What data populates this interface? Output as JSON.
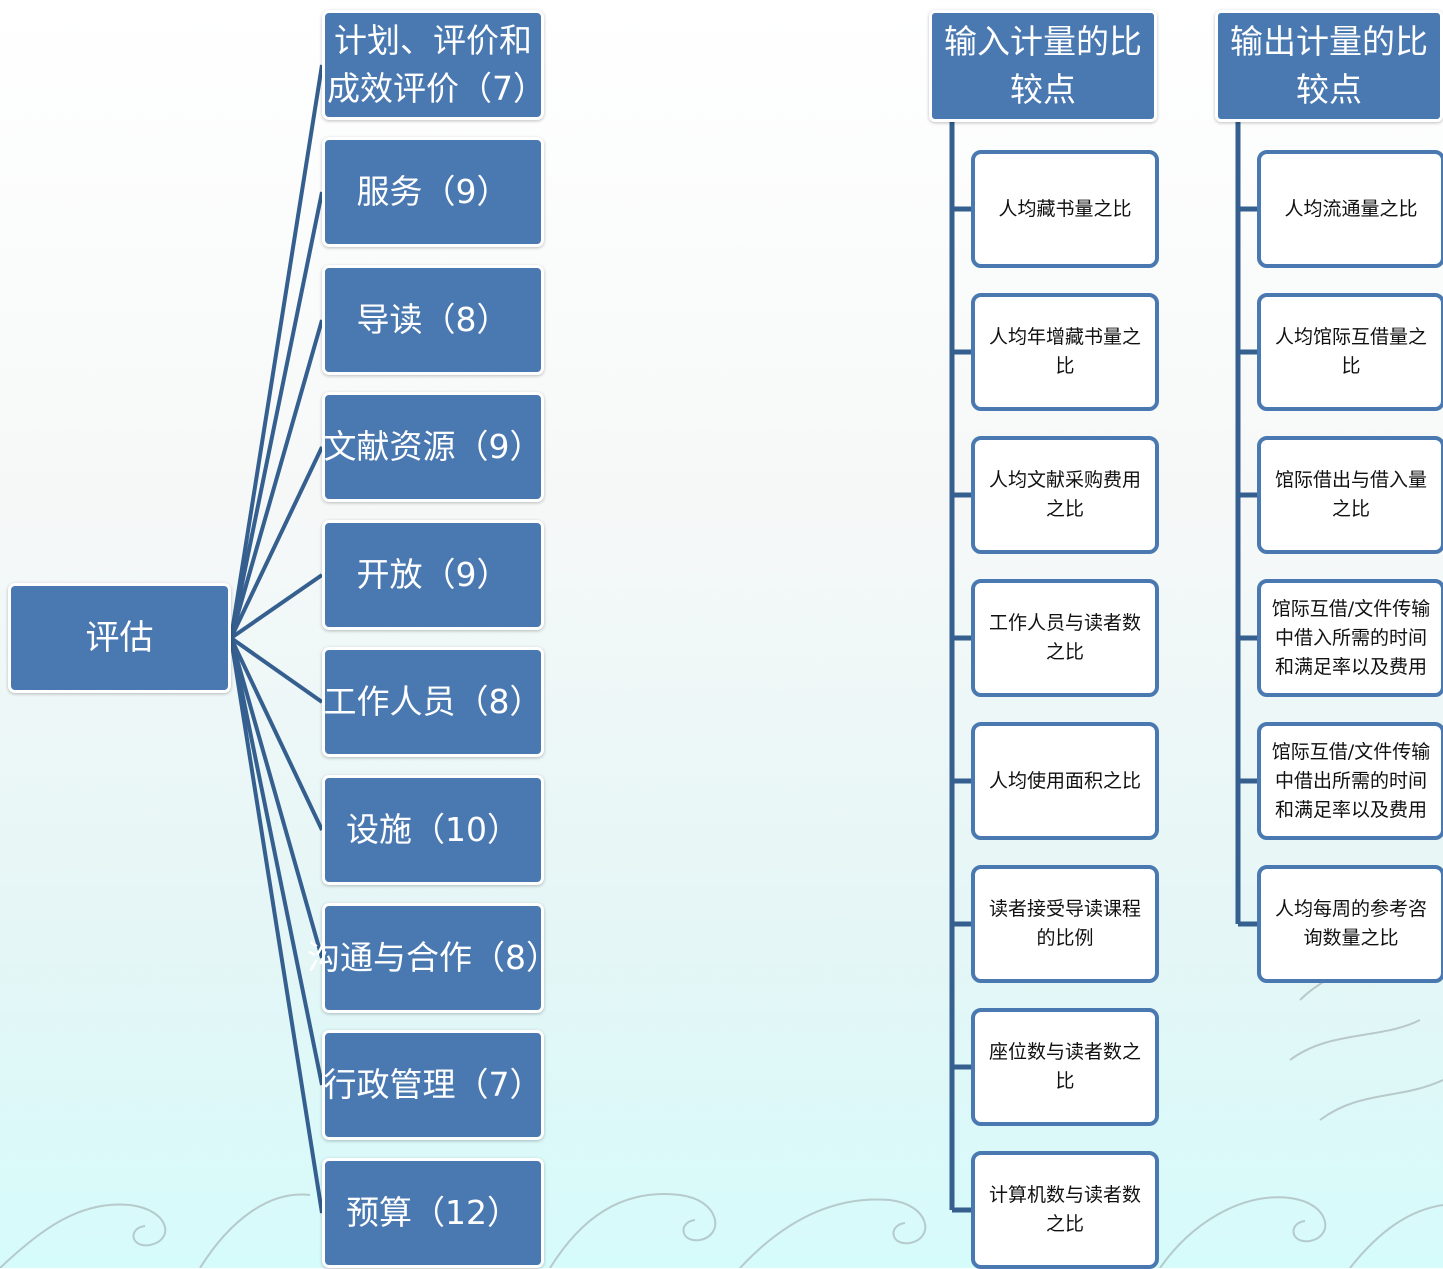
{
  "colors": {
    "node_fill": "#4a79b1",
    "node_text": "#ffffff",
    "connector": "#345f8f",
    "leaf_border": "#4a79b1",
    "leaf_text": "#111111"
  },
  "root": {
    "label": "评估"
  },
  "branches": [
    {
      "label": "计划、评价和成效评价（7）"
    },
    {
      "label": "服务（9）"
    },
    {
      "label": "导读（8）"
    },
    {
      "label": "文献资源（9）"
    },
    {
      "label": "开放（9）"
    },
    {
      "label": "工作人员（8）"
    },
    {
      "label": "设施（10）"
    },
    {
      "label": "沟通与合作（8）"
    },
    {
      "label": "行政管理（7）"
    },
    {
      "label": "预算（12）"
    }
  ],
  "input_comparison": {
    "title": "输入计量的比较点",
    "items": [
      "人均藏书量之比",
      "人均年增藏书量之比",
      "人均文献采购费用之比",
      "工作人员与读者数之比",
      "人均使用面积之比",
      "读者接受导读课程的比例",
      "座位数与读者数之比",
      "计算机数与读者数之比"
    ]
  },
  "output_comparison": {
    "title": "输出计量的比较点",
    "items": [
      "人均流通量之比",
      "人均馆际互借量之比",
      "馆际借出与借入量之比",
      "馆际互借/文件传输中借入所需的时间和满足率以及费用",
      "馆际互借/文件传输中借出所需的时间和满足率以及费用",
      "人均每周的参考咨询数量之比"
    ]
  }
}
